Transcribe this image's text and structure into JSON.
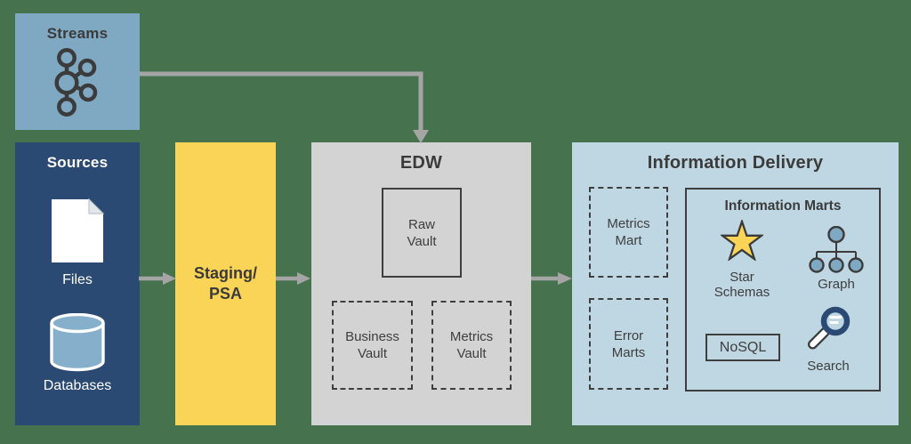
{
  "streams": {
    "title": "Streams"
  },
  "sources": {
    "title": "Sources",
    "files_label": "Files",
    "databases_label": "Databases"
  },
  "staging": {
    "title": "Staging/\nPSA"
  },
  "edw": {
    "title": "EDW",
    "raw_vault": "Raw\nVault",
    "business_vault": "Business\nVault",
    "metrics_vault": "Metrics\nVault"
  },
  "delivery": {
    "title": "Information Delivery",
    "metrics_mart": "Metrics\nMart",
    "error_marts": "Error\nMarts",
    "marts": {
      "title": "Information Marts",
      "star_label": "Star\nSchemas",
      "graph_label": "Graph",
      "nosql_label": "NoSQL",
      "search_label": "Search"
    }
  },
  "icons": {
    "streams": "kafka-network-icon",
    "files": "document-icon",
    "databases": "database-cylinder-icon",
    "star_schemas": "star-icon",
    "graph": "graph-nodes-icon",
    "search": "magnifier-icon"
  },
  "colors": {
    "background": "#47724E",
    "streams_box": "#7FA8C3",
    "sources_box": "#2B4A73",
    "staging_box": "#F9D457",
    "edw_box": "#D3D3D3",
    "delivery_box": "#BFD7E2",
    "arrow": "#A5A5A5",
    "text_dark": "#3B3B3B",
    "text_light": "#FFFFFF",
    "star_fill": "#F9D457",
    "graph_node_fill": "#7FA8C3",
    "search_ring": "#2B4A73",
    "database_fill": "#85AFCA"
  }
}
